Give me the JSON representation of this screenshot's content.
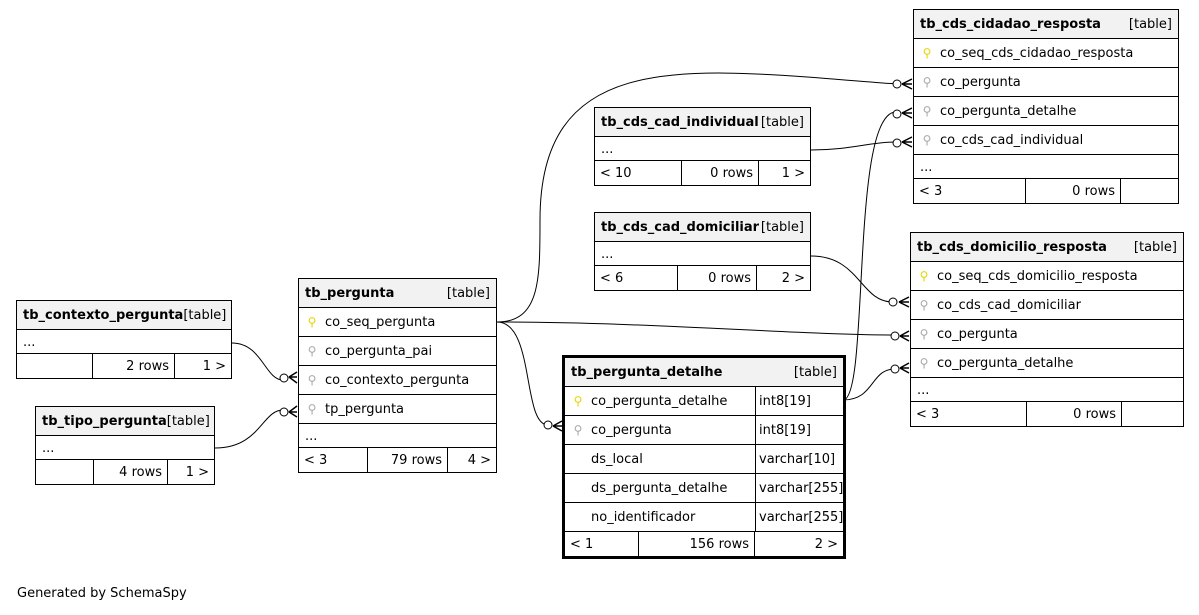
{
  "tables": {
    "tb_contexto_pergunta": {
      "name": "tb_contexto_pergunta",
      "kind": "[table]",
      "ellipsis": "...",
      "foot": [
        "",
        "2 rows",
        "1 >"
      ]
    },
    "tb_tipo_pergunta": {
      "name": "tb_tipo_pergunta",
      "kind": "[table]",
      "ellipsis": "...",
      "foot": [
        "",
        "4 rows",
        "1 >"
      ]
    },
    "tb_pergunta": {
      "name": "tb_pergunta",
      "kind": "[table]",
      "columns": [
        "co_seq_pergunta",
        "co_pergunta_pai",
        "co_contexto_pergunta",
        "tp_pergunta"
      ],
      "ellipsis": "...",
      "foot": [
        "< 3",
        "79 rows",
        "4 >"
      ]
    },
    "tb_cds_cad_individual": {
      "name": "tb_cds_cad_individual",
      "kind": "[table]",
      "ellipsis": "...",
      "foot": [
        "< 10",
        "0 rows",
        "1 >"
      ]
    },
    "tb_cds_cad_domiciliar": {
      "name": "tb_cds_cad_domiciliar",
      "kind": "[table]",
      "ellipsis": "...",
      "foot": [
        "< 6",
        "0 rows",
        "2 >"
      ]
    },
    "tb_pergunta_detalhe": {
      "name": "tb_pergunta_detalhe",
      "kind": "[table]",
      "columns": [
        "co_pergunta_detalhe",
        "co_pergunta",
        "ds_local",
        "ds_pergunta_detalhe",
        "no_identificador"
      ],
      "types": [
        "int8[19]",
        "int8[19]",
        "varchar[10]",
        "varchar[255]",
        "varchar[255]"
      ],
      "foot": [
        "< 1",
        "156 rows",
        "2 >"
      ]
    },
    "tb_cds_cidadao_resposta": {
      "name": "tb_cds_cidadao_resposta",
      "kind": "[table]",
      "columns": [
        "co_seq_cds_cidadao_resposta",
        "co_pergunta",
        "co_pergunta_detalhe",
        "co_cds_cad_individual"
      ],
      "ellipsis": "...",
      "foot": [
        "< 3",
        "0 rows",
        ""
      ]
    },
    "tb_cds_domicilio_resposta": {
      "name": "tb_cds_domicilio_resposta",
      "kind": "[table]",
      "columns": [
        "co_seq_cds_domicilio_resposta",
        "co_cds_cad_domiciliar",
        "co_pergunta",
        "co_pergunta_detalhe"
      ],
      "ellipsis": "...",
      "foot": [
        "< 3",
        "0 rows",
        ""
      ]
    }
  },
  "footer": "Generated by SchemaSpy"
}
